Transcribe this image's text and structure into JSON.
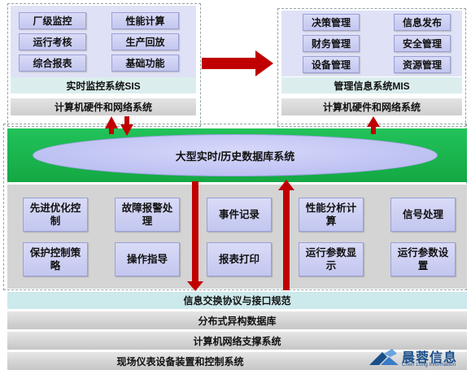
{
  "sis": {
    "modules": [
      "厂级监控",
      "性能计算",
      "运行考核",
      "生产回放",
      "综合报表",
      "基础功能"
    ],
    "system_label": "实时监控系统SIS",
    "hw_label": "计算机硬件和网络系统"
  },
  "mis": {
    "modules": [
      "决策管理",
      "信息发布",
      "财务管理",
      "安全管理",
      "设备管理",
      "资源管理"
    ],
    "system_label": "管理信息系统MIS",
    "hw_label": "计算机硬件和网络系统"
  },
  "database": {
    "label": "大型实时/历史数据库系统"
  },
  "functions": [
    "先进优化控制",
    "故障报警处理",
    "事件记录",
    "性能分析计算",
    "信号处理",
    "保护控制策略",
    "操作指导",
    "报表打印",
    "运行参数显示",
    "运行参数设置"
  ],
  "layers": [
    "信息交换协议与接口规范",
    "分布式异构数据库",
    "计算机网络支撑系统",
    "现场仪表设备装置和控制系统"
  ],
  "logo": {
    "name": "晨蓉信息",
    "subtitle": "Chen Long Information"
  },
  "colors": {
    "arrow": "#c00000",
    "green": "#19b24b",
    "module": "#c8cbf0",
    "ellipse": "#b9bdf0"
  }
}
